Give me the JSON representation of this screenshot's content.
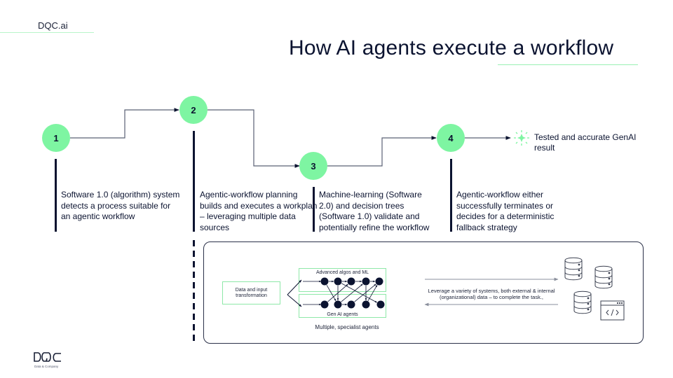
{
  "header": {
    "brand": "DQC.ai",
    "title": "How AI agents execute a workflow"
  },
  "colors": {
    "accent_green": "#7ef5a2",
    "navy": "#0b1330",
    "rule_green": "#9af0b4"
  },
  "steps": [
    {
      "number": "1",
      "description": "Software 1.0 (algorithm) system detects a process suitable for an agentic workflow"
    },
    {
      "number": "2",
      "description": "Agentic-workflow planning builds and executes a workplan – leveraging multiple data sources"
    },
    {
      "number": "3",
      "description": "Machine-learning (Software 2.0) and decision trees (Software 1.0) validate and potentially refine the workflow"
    },
    {
      "number": "4",
      "description": "Agentic-workflow either successfully terminates or decides for a deterministic fallback strategy"
    }
  ],
  "result": {
    "icon": "sparkle-icon",
    "text": "Tested and accurate GenAI result"
  },
  "panel": {
    "input_box": "Data and input transformation",
    "top_lane": "Advanced algos and ML",
    "bottom_lane": "Gen AI agents",
    "caption": "Multiple, specialist agents",
    "exchange_text": "Leverage a variety of systems, both external & internal (organizational) data – to complete the task.,",
    "icons": [
      "database-icon",
      "database-icon",
      "database-icon",
      "code-window-icon"
    ]
  },
  "footer": {
    "logo": "DQC",
    "logo_sub": "Data & Company"
  }
}
